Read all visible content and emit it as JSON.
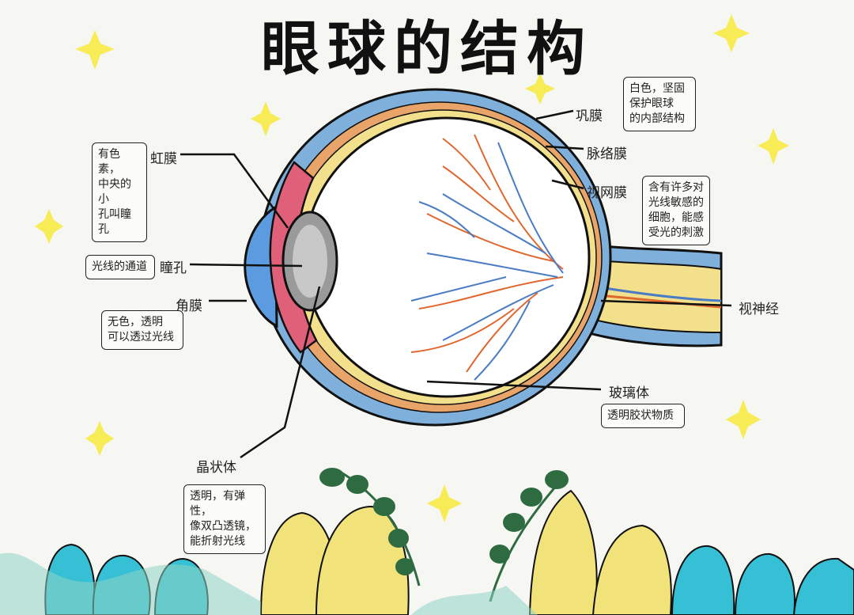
{
  "title": "眼球的结构",
  "labels": {
    "sclera": "巩膜",
    "choroid": "脉络膜",
    "retina": "视网膜",
    "iris": "虹膜",
    "pupil": "瞳孔",
    "cornea": "角膜",
    "optic_nerve": "视神经",
    "vitreous": "玻璃体",
    "lens": "晶状体"
  },
  "notes": {
    "sclera": "白色，坚固\n保护眼球\n的内部结构",
    "retina": "含有许多对\n光线敏感的\n细胞，能感\n受光的刺激",
    "iris": "有色素，\n中央的小\n孔叫瞳孔",
    "pupil": "光线的通道",
    "cornea": "无色，透明\n可以透过光线",
    "vitreous": "透明胶状物质",
    "lens": "透明，有弹性，\n像双凸透镜，\n能折射光线"
  },
  "colors": {
    "outline": "#111111",
    "sclera_blue": "#7fb0dc",
    "choroid_orange": "#e9a46a",
    "retina_yellow": "#f3e08c",
    "iris_pink": "#e0607a",
    "cornea_blue": "#5d9be0",
    "vessel_red": "#e0672e",
    "vessel_blue": "#4a7cc6",
    "star_yellow": "#f7ec55",
    "leaf_cyan": "#36c0d6",
    "leaf_yellow": "#f1e27a",
    "leaf_green": "#2e6b40"
  }
}
